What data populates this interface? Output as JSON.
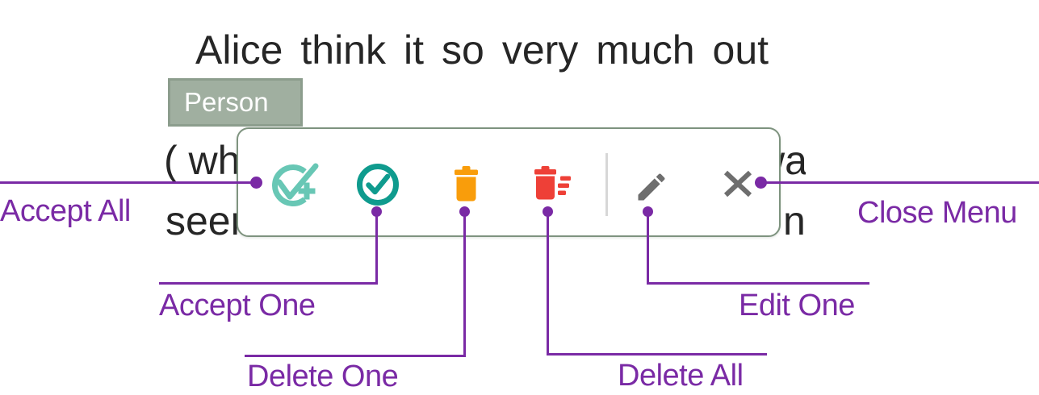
{
  "document_panel": {
    "line1_tokens": [
      "Alice",
      "think",
      "it",
      "so",
      "very",
      "much",
      "out"
    ],
    "entity_tag": "Person",
    "line2_left": "( wh",
    "line2_right": "wa",
    "line3_left": "seem",
    "line3_right": "n"
  },
  "menu": {
    "buttons": [
      {
        "name": "accept-all",
        "icon": "check-plus-circle-icon",
        "color": "#68C7B5"
      },
      {
        "name": "accept-one",
        "icon": "check-circle-icon",
        "color": "#0F9B8E"
      },
      {
        "name": "delete-one",
        "icon": "trash-icon",
        "color": "#F99D0B"
      },
      {
        "name": "delete-all",
        "icon": "trash-sweep-icon",
        "color": "#EE4037"
      },
      {
        "name": "edit-one",
        "icon": "pencil-icon",
        "color": "#6E6E6E"
      },
      {
        "name": "close-menu",
        "icon": "close-x-icon",
        "color": "#6E6E6E"
      }
    ]
  },
  "callouts": {
    "accept_all": "Accept All",
    "accept_one": "Accept One",
    "delete_one": "Delete One",
    "delete_all": "Delete All",
    "edit_one": "Edit One",
    "close_menu": "Close Menu"
  },
  "colors": {
    "accent_purple": "#7A2AA5",
    "teal_light": "#68C7B5",
    "teal_dark": "#0F9B8E",
    "orange": "#F99D0B",
    "red": "#EE4037",
    "gray_icon": "#6E6E6E",
    "sage_tag_bg": "#A0AFA0",
    "sage_border": "#8C9D8D",
    "menu_border": "#7E937F",
    "divider": "#D7D7D7",
    "text": "#262626"
  }
}
